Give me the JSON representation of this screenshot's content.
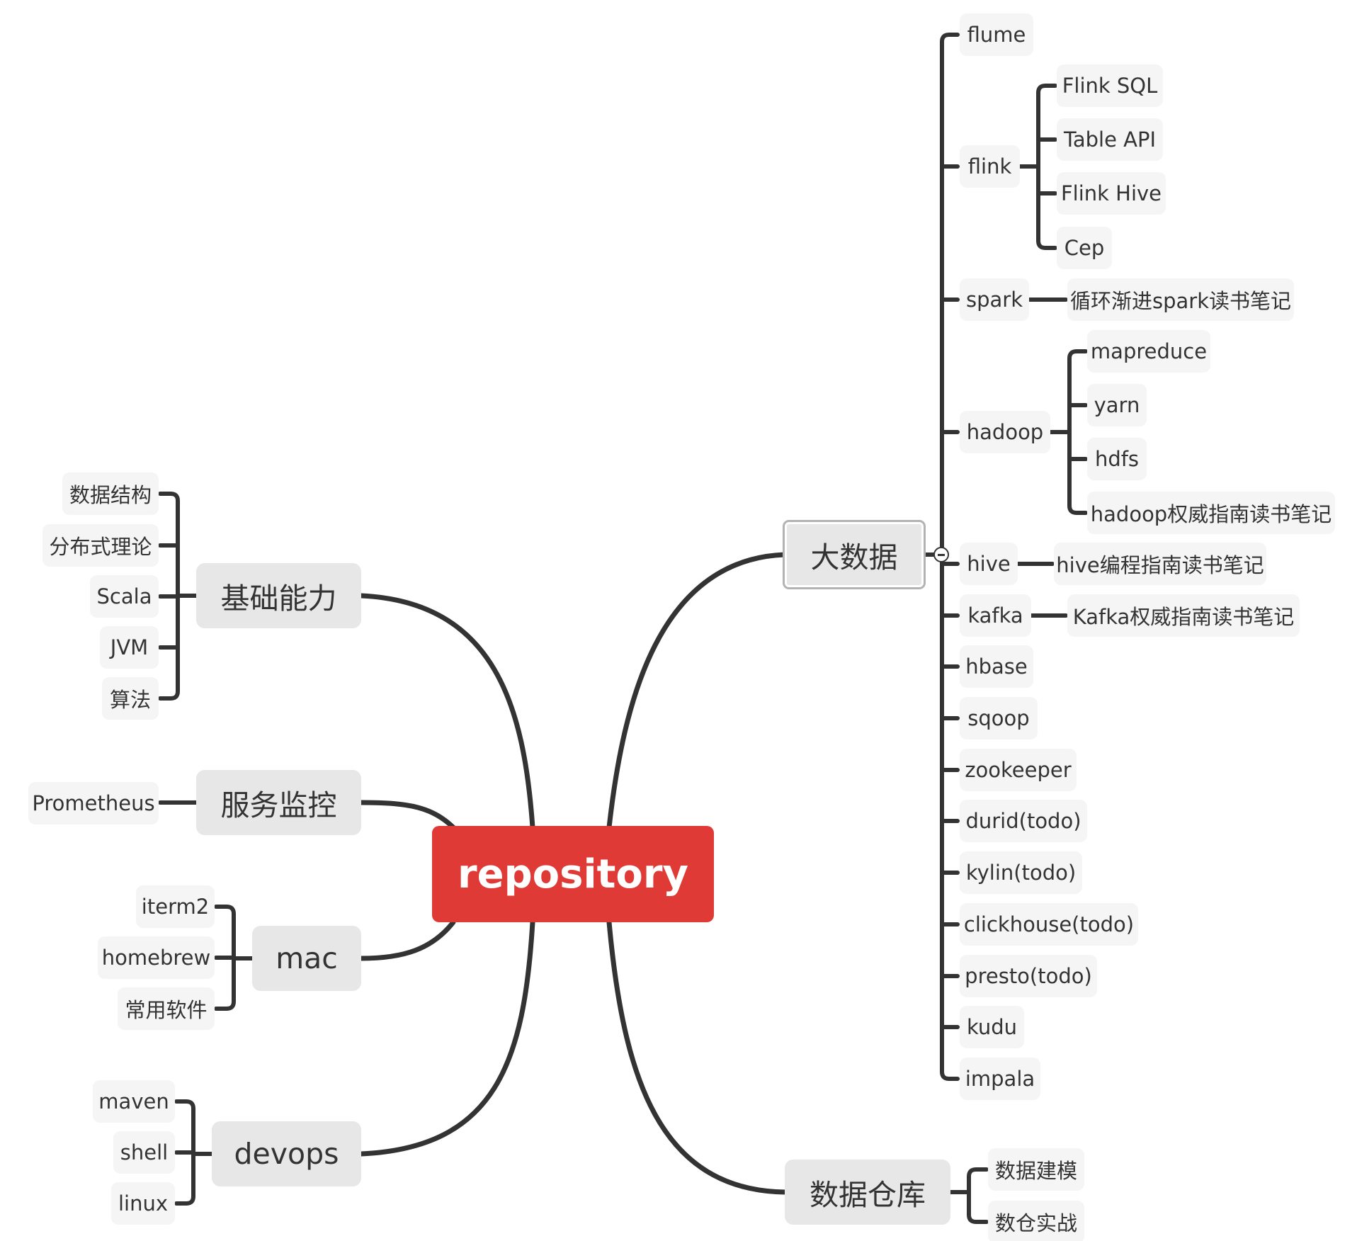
{
  "root": {
    "label": "repository",
    "color": "#e03a36"
  },
  "branches": {
    "bigdata": {
      "label": "大数据",
      "children": [
        {
          "id": "flume",
          "label": "flume"
        },
        {
          "id": "flink",
          "label": "flink",
          "children": [
            "Flink SQL",
            "Table API",
            "Flink Hive",
            "Cep"
          ]
        },
        {
          "id": "spark",
          "label": "spark",
          "children": [
            "循环渐进spark读书笔记"
          ]
        },
        {
          "id": "hadoop",
          "label": "hadoop",
          "children": [
            "mapreduce",
            "yarn",
            "hdfs",
            "hadoop权威指南读书笔记"
          ]
        },
        {
          "id": "hive",
          "label": "hive",
          "children": [
            "hive编程指南读书笔记"
          ]
        },
        {
          "id": "kafka",
          "label": "kafka",
          "children": [
            "Kafka权威指南读书笔记"
          ]
        },
        {
          "id": "hbase",
          "label": "hbase"
        },
        {
          "id": "sqoop",
          "label": "sqoop"
        },
        {
          "id": "zookeeper",
          "label": "zookeeper"
        },
        {
          "id": "durid",
          "label": "durid(todo)"
        },
        {
          "id": "kylin",
          "label": "kylin(todo)"
        },
        {
          "id": "clickhouse",
          "label": "clickhouse(todo)"
        },
        {
          "id": "presto",
          "label": "presto(todo)"
        },
        {
          "id": "kudu",
          "label": "kudu"
        },
        {
          "id": "impala",
          "label": "impala"
        }
      ]
    },
    "warehouse": {
      "label": "数据仓库",
      "children": [
        "数据建模",
        "数仓实战"
      ]
    },
    "basics": {
      "label": "基础能力",
      "children": [
        "数据结构",
        "分布式理论",
        "Scala",
        "JVM",
        "算法"
      ]
    },
    "monitor": {
      "label": "服务监控",
      "children": [
        "Prometheus"
      ]
    },
    "mac": {
      "label": "mac",
      "children": [
        "iterm2",
        "homebrew",
        "常用软件"
      ]
    },
    "devops": {
      "label": "devops",
      "children": [
        "maven",
        "shell",
        "linux"
      ]
    }
  },
  "colors": {
    "line": "#333333",
    "main_fill": "#e8e7e7",
    "leaf_fill": "#f6f5f5",
    "text": "#333333"
  }
}
